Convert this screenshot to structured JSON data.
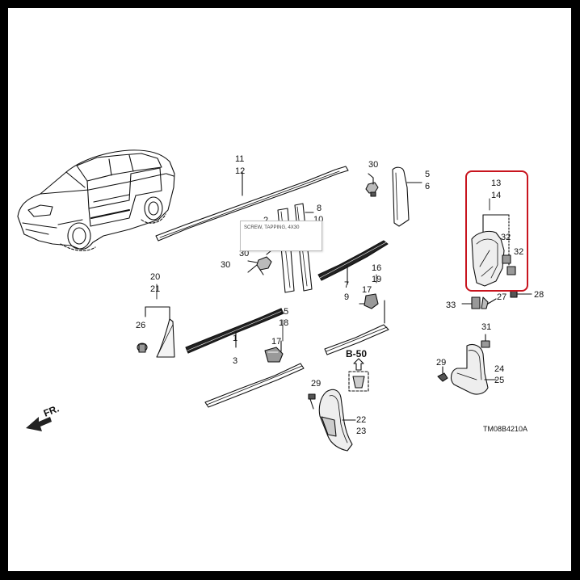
{
  "callouts": {
    "c11": "11",
    "c12": "12",
    "c30a": "30",
    "c5": "5",
    "c6": "6",
    "c13": "13",
    "c14": "14",
    "c2": "2",
    "c8": "8",
    "c10": "10",
    "c30b": "30",
    "c20": "20",
    "c21": "21",
    "c7": "7",
    "c9": "9",
    "c16": "16",
    "c19": "19",
    "c32a": "32",
    "c32b": "32",
    "c27": "27",
    "c28": "28",
    "c33": "33",
    "c26": "26",
    "c1": "1",
    "c3": "3",
    "c15": "15",
    "c18": "18",
    "c17a": "17",
    "c17b": "17",
    "c31": "31",
    "c29a": "29",
    "c29b": "29",
    "c24": "24",
    "c25": "25",
    "c22": "22",
    "c23": "23"
  },
  "ref_label": "B-50",
  "direction_label": "FR.",
  "diagram_code": "TM08B4210A",
  "tooltip_text": "SCREW, TAPPING, 4X30",
  "highlight_color": "#c8141e"
}
